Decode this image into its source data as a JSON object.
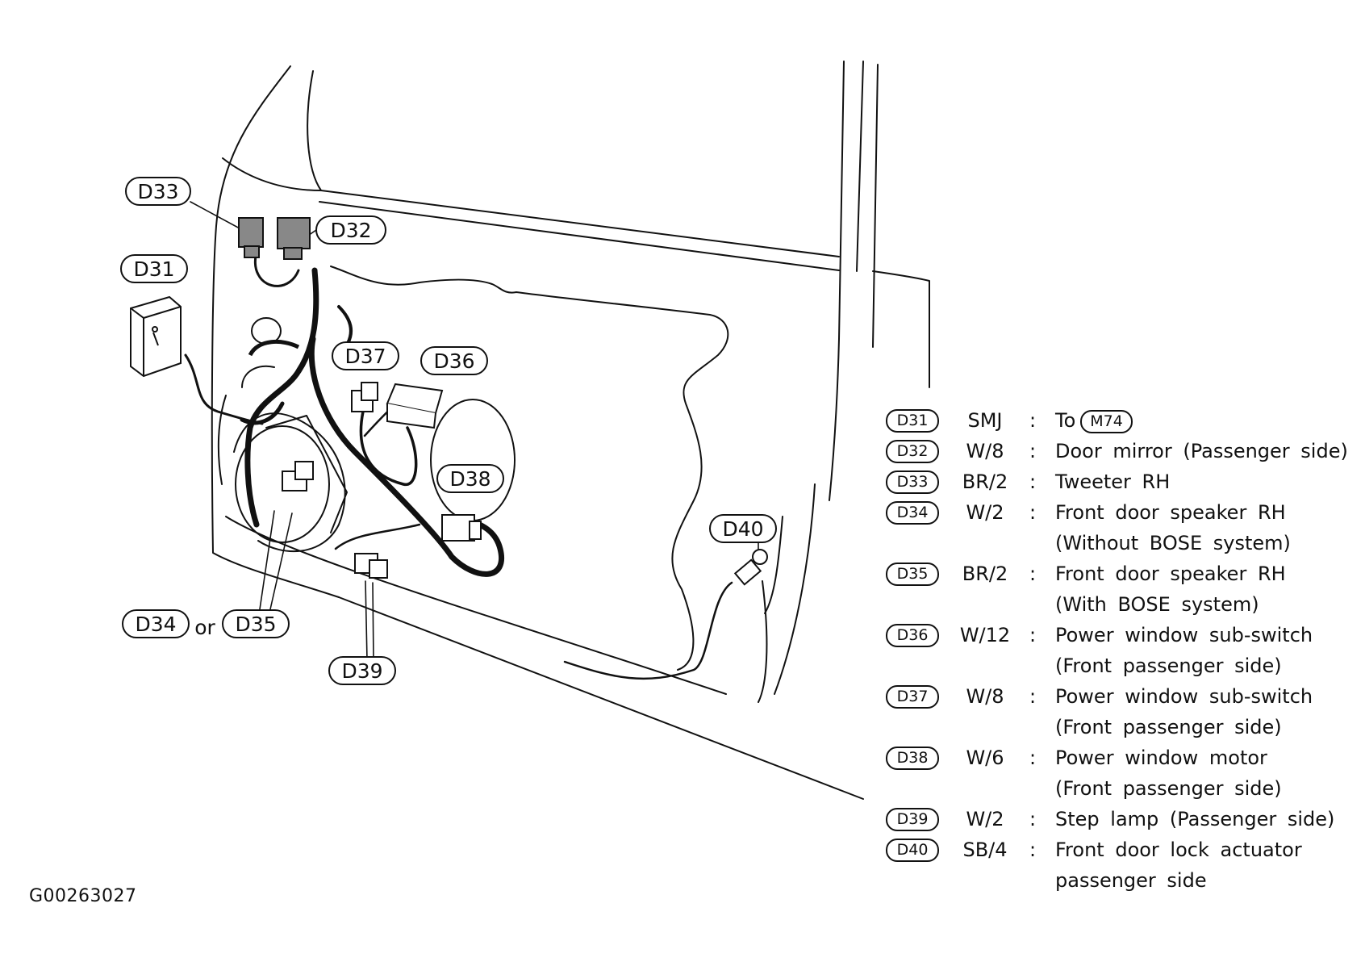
{
  "callouts": [
    {
      "id": "d33",
      "label": "D33"
    },
    {
      "id": "d32",
      "label": "D32"
    },
    {
      "id": "d31",
      "label": "D31"
    },
    {
      "id": "d37",
      "label": "D37"
    },
    {
      "id": "d36",
      "label": "D36"
    },
    {
      "id": "d38",
      "label": "D38"
    },
    {
      "id": "d40",
      "label": "D40"
    },
    {
      "id": "d34",
      "label": "D34"
    },
    {
      "id": "d35",
      "label": "D35"
    },
    {
      "id": "d39",
      "label": "D39"
    }
  ],
  "or_text": "or",
  "legend": [
    {
      "connector": "D31",
      "spec": "SMJ",
      "colon": ":",
      "desc": "To",
      "ref": "M74"
    },
    {
      "connector": "D32",
      "spec": "W/8",
      "colon": ":",
      "desc": "Door mirror (Passenger side)"
    },
    {
      "connector": "D33",
      "spec": "BR/2",
      "colon": ":",
      "desc": "Tweeter RH"
    },
    {
      "connector": "D34",
      "spec": "W/2",
      "colon": ":",
      "desc": "Front door speaker RH",
      "desc2": "(Without BOSE system)"
    },
    {
      "connector": "D35",
      "spec": "BR/2",
      "colon": ":",
      "desc": "Front door speaker RH",
      "desc2": "(With BOSE system)"
    },
    {
      "connector": "D36",
      "spec": "W/12",
      "colon": ":",
      "desc": "Power window sub-switch",
      "desc2": "(Front passenger side)"
    },
    {
      "connector": "D37",
      "spec": "W/8",
      "colon": ":",
      "desc": "Power window sub-switch",
      "desc2": "(Front passenger side)"
    },
    {
      "connector": "D38",
      "spec": "W/6",
      "colon": ":",
      "desc": "Power window motor",
      "desc2": "(Front passenger side)"
    },
    {
      "connector": "D39",
      "spec": "W/2",
      "colon": ":",
      "desc": "Step lamp (Passenger side)"
    },
    {
      "connector": "D40",
      "spec": "SB/4",
      "colon": ":",
      "desc": "Front door lock actuator",
      "desc2": "passenger side"
    }
  ],
  "figure_id": "G00263027"
}
